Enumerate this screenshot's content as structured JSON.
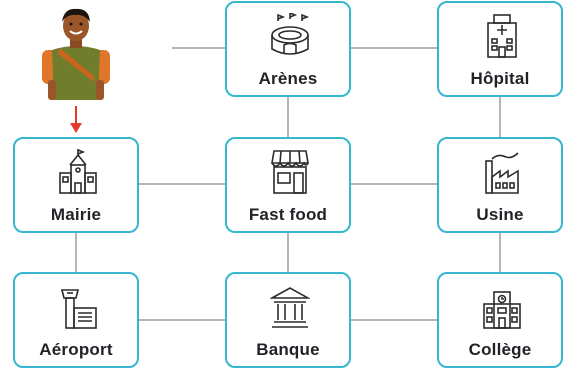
{
  "places": {
    "arenes": "Arènes",
    "hopital": "Hôpital",
    "mairie": "Mairie",
    "fastfood": "Fast food",
    "usine": "Usine",
    "aeroport": "Aéroport",
    "banque": "Banque",
    "college": "Collège"
  },
  "icons": {
    "arenes": "stadium-icon",
    "hopital": "hospital-icon",
    "mairie": "town-hall-icon",
    "fastfood": "shop-icon",
    "usine": "factory-icon",
    "aeroport": "airport-icon",
    "banque": "bank-icon",
    "college": "school-icon"
  },
  "colors": {
    "border": "#35b7cf",
    "line": "#b5b5b5",
    "arrow": "#e23b2c"
  }
}
